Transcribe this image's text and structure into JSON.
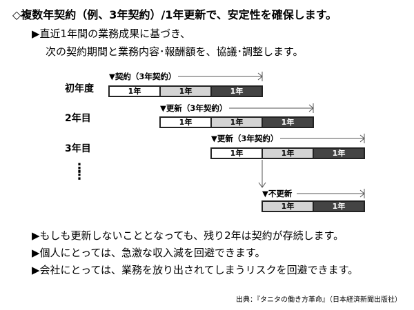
{
  "title": "◇複数年契約（例、3年契約）/1年更新で、安定性を確保します。",
  "intro": [
    "▶直近1年間の業務成果に基づき、",
    "次の契約期間と業務内容･報酬額を、協議･調整します。"
  ],
  "diagram": {
    "rows": [
      {
        "label": "初年度",
        "contract": "▼契約（3年契約）",
        "segments": [
          "1年",
          "1年",
          "1年"
        ]
      },
      {
        "label": "2年目",
        "contract": "▼更新（3年契約）",
        "segments": [
          "1年",
          "1年",
          "1年"
        ]
      },
      {
        "label": "3年目",
        "contract": "▼更新（3年契約）",
        "segments": [
          "1年",
          "1年",
          "1年"
        ]
      },
      {
        "label": "",
        "contract": "▼不更新",
        "segments": [
          "1年",
          "1年"
        ]
      }
    ],
    "ellipsis": "⋮"
  },
  "bullets": [
    "▶もしも更新しないこととなっても、残り2年は契約が存続します。",
    "▶個人にとっては、急激な収入減を回避できます。",
    "▶会社にとっては、業務を放り出されてしまうリスクを回避できます。"
  ],
  "source": "出典：『タニタの働き方革命』（日本経済新聞出版社）"
}
